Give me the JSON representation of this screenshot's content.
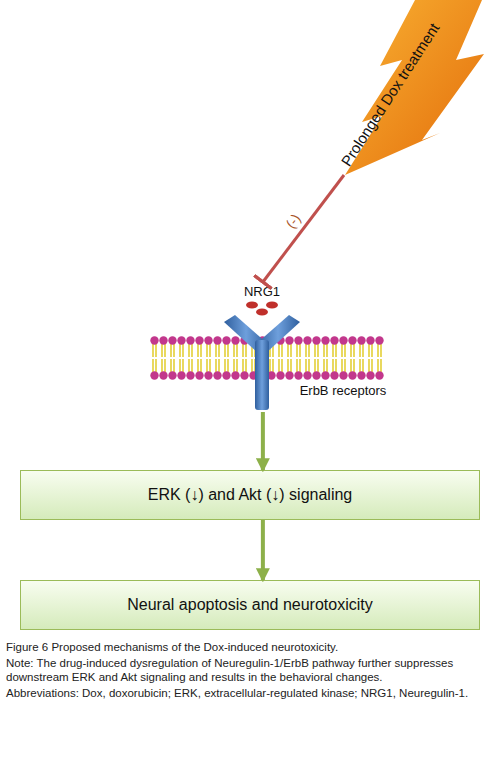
{
  "diagram": {
    "caption": "Figure 6 Proposed mechanisms of the Dox-induced neurotoxicity.",
    "nodes": [
      {
        "text": [
          "Prolonged Dox treatment"
        ]
      },
      {
        "text": [
          "NRG1",
          "ErbB receptors"
        ]
      },
      {
        "text": [
          "ERK (↓) and Akt (↓) signaling"
        ]
      },
      {
        "text": [
          "Neural apoptosis and neurotoxicity"
        ]
      }
    ],
    "edges": [
      {
        "from": 0,
        "to": 1,
        "label": "(-)",
        "arrow": "to"
      },
      {
        "from": 1,
        "to": 2,
        "arrow": "to"
      },
      {
        "from": 2,
        "to": 3,
        "arrow": "to"
      }
    ],
    "labels": [
      "Note: The drug-induced dysregulation of Neuregulin-1/ErbB pathway further suppresses downstream ERK and Akt signaling and results in the behavioral changes.",
      "Abbreviations: Dox, doxorubicin; ERK, extracellular-regulated kinase; NRG1, Neuregulin-1."
    ]
  }
}
